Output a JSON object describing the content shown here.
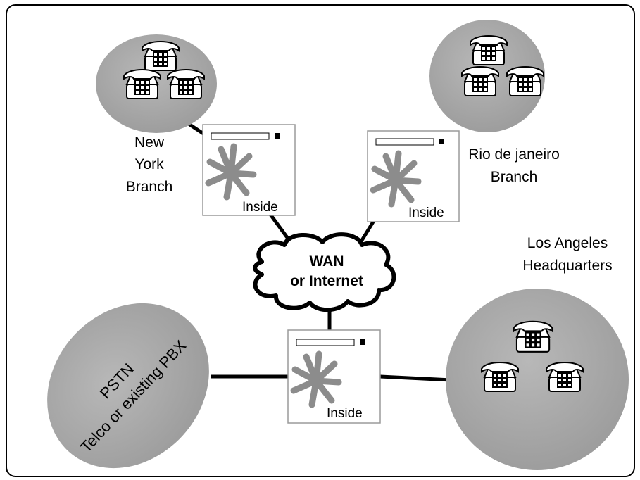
{
  "colors": {
    "ellipse_fill": "#a9a9a9",
    "star": "#8c8c8c",
    "line": "#000000",
    "device_border": "#9a9a9a"
  },
  "cloud": {
    "line1": "WAN",
    "line2": "or Internet"
  },
  "locations": {
    "new_york": {
      "line1": "New",
      "line2": "York",
      "line3": "Branch"
    },
    "rio": {
      "line1": "Rio de janeiro",
      "line2": "Branch"
    },
    "los_angeles": {
      "line1": "Los Angeles",
      "line2": "Headquarters"
    },
    "pstn": {
      "line1": "PSTN",
      "line2": "Telco or existing PBX"
    }
  },
  "devices": [
    {
      "id": "ny",
      "label": "Inside",
      "icon": "asterisk-icon"
    },
    {
      "id": "rio",
      "label": "Inside",
      "icon": "asterisk-icon"
    },
    {
      "id": "hq",
      "label": "Inside",
      "icon": "asterisk-icon"
    }
  ],
  "phone_icon": "telephone-icon"
}
